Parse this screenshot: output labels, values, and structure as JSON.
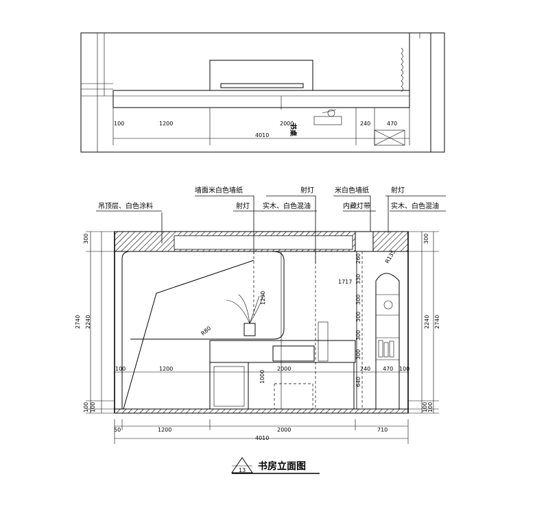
{
  "plan": {
    "dims": [
      "100",
      "1200",
      "2000",
      "240",
      "470",
      "4010"
    ],
    "book_label": "书桌"
  },
  "elevation": {
    "labels": {
      "ceiling": "吊顶层、白色涂料",
      "wallpaper_cream": "墙面米白色墙纸",
      "spotlight_1": "射灯",
      "spotlight_2": "射灯",
      "wood_paint_1": "实木、白色混油",
      "cream_wallpaper": "米白色墙纸",
      "hidden_light": "内藏灯带",
      "spotlight_3": "射灯",
      "wood_paint_2": "实木、白色混油"
    },
    "dims_left": [
      "300",
      "2740",
      "2240",
      "100",
      "100"
    ],
    "dims_right": [
      "300",
      "2740",
      "2240",
      "100",
      "100"
    ],
    "dims_bottom": [
      "50",
      "1200",
      "2000",
      "710",
      "4010"
    ],
    "inner_dims": [
      "100",
      "1200",
      "2000",
      "240",
      "470",
      "100",
      "1290",
      "1717",
      "260",
      "330",
      "300",
      "300",
      "300",
      "300",
      "640",
      "1000",
      "R80",
      "R135"
    ],
    "title": "书房立面图",
    "title_number": "13"
  },
  "colors": {
    "line": "#000000",
    "background": "#ffffff"
  }
}
